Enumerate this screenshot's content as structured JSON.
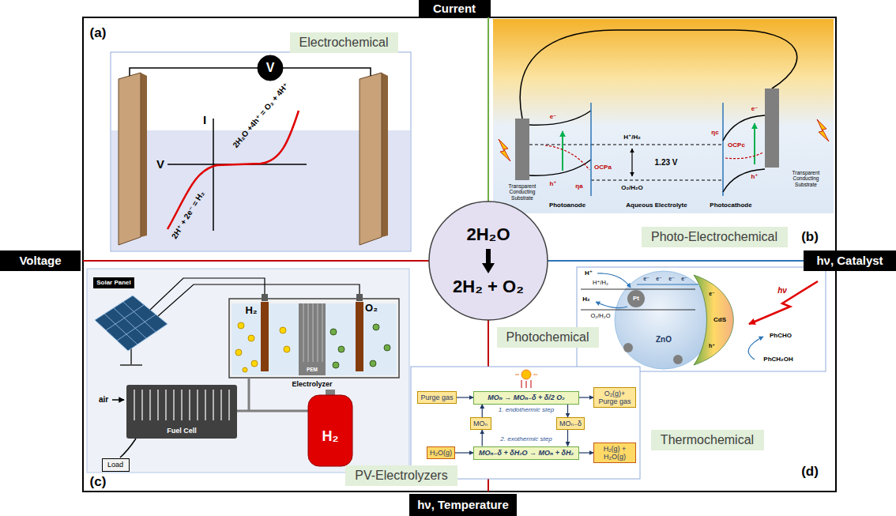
{
  "diagram": {
    "nodes": [
      {
        "text": [
          "Current"
        ]
      },
      {
        "text": [
          "Electrochemical"
        ]
      },
      {
        "text": [
          "V"
        ]
      },
      {
        "text": [
          "Photo-Electrochemical"
        ]
      },
      {
        "text": [
          "Voltage"
        ]
      },
      {
        "text": [
          "2H₂O",
          "2H₂ + O₂"
        ]
      },
      {
        "text": [
          "hν, Catalyst"
        ]
      },
      {
        "text": [
          "Solar Panel"
        ]
      },
      {
        "text": [
          "Photochemical"
        ]
      },
      {
        "text": [
          "Purge gas"
        ]
      },
      {
        "text": [
          "MOₙ → MOₙ₋δ + δ/2 O₂"
        ]
      },
      {
        "text": [
          "O₂(g)+ Purge gas"
        ]
      },
      {
        "text": [
          "MOₙ"
        ]
      },
      {
        "text": [
          "MOₙ₋δ"
        ]
      },
      {
        "text": [
          "H₂O(g)"
        ]
      },
      {
        "text": [
          "MOₙ₋δ + δH₂O → MOₙ + δH₂"
        ]
      },
      {
        "text": [
          "H₂(g) + H₂O(g)"
        ]
      },
      {
        "text": [
          "Load"
        ]
      },
      {
        "text": [
          "Thermochemical"
        ]
      },
      {
        "text": [
          "PV-Electrolyzers"
        ]
      },
      {
        "text": [
          "hν, Temperature"
        ]
      }
    ],
    "edges": [
      {
        "from": 9,
        "to": 10,
        "arrow": "to"
      },
      {
        "from": 10,
        "to": 11,
        "arrow": "to"
      },
      {
        "from": 15,
        "to": 12,
        "arrow": "to"
      },
      {
        "from": 12,
        "to": 10,
        "arrow": "to"
      },
      {
        "from": 10,
        "to": 13,
        "arrow": "to"
      },
      {
        "from": 13,
        "to": 15,
        "arrow": "to"
      },
      {
        "from": 14,
        "to": 15,
        "arrow": "to"
      },
      {
        "from": 15,
        "to": 16,
        "arrow": "to"
      }
    ],
    "labels": [
      "(a)",
      "I",
      "V",
      "2H₂O +4h⁺ = O₂ + 4H⁺",
      "2H⁺ + 2e⁻ = H₂",
      "(b)",
      "e⁻",
      "h⁺",
      "OCPa",
      "ηa",
      "H⁺/H₂",
      "1.23 V",
      "O₂/H₂O",
      "ηc",
      "OCPc",
      "e⁻",
      "h⁺",
      "Transparent Conducting Substrate",
      "Photoanode",
      "Aqueous Electrolyte",
      "Photocathode",
      "Transparent Conducting Substrate",
      "(c)",
      "H₂",
      "O₂",
      "PEM",
      "Electrolyzer",
      "air",
      "Fuel Cell",
      "H₂",
      "H⁺",
      "H⁺/H₂",
      "H₂",
      "Pt",
      "O₂/H₂O",
      "e⁻",
      "e⁻",
      "e⁻",
      "e⁻",
      "ZnO",
      "e⁻",
      "CdS",
      "h⁺",
      "hν",
      "PhCHO",
      "PhCH₂OH",
      "1. endothermic step",
      "2. exothermic step",
      "(d)"
    ]
  }
}
